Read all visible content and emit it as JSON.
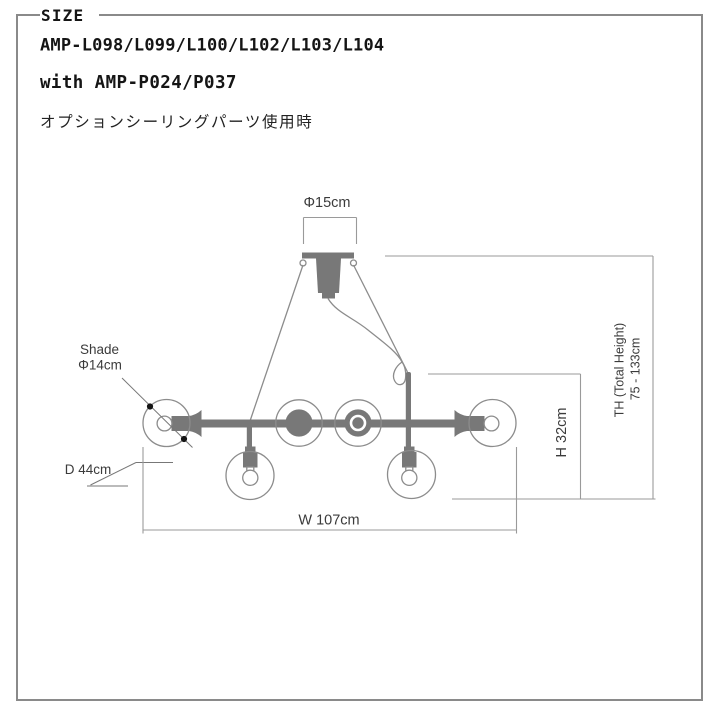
{
  "header": {
    "size_title": "SIZE",
    "model_numbers": "AMP-L098/L099/L100/L102/L103/L104",
    "compat_line": "with AMP-P024/P037",
    "note_jp": "オプションシーリングパーツ使用時"
  },
  "dimensions": {
    "canopy_diameter": "Φ15cm",
    "shade_label_line1": "Shade",
    "shade_label_line2": "Φ14cm",
    "depth": "D 44cm",
    "width": "W 107cm",
    "height": "H 32cm",
    "total_height_label": "TH (Total Height)",
    "total_height_range": "75 - 133cm"
  },
  "colors": {
    "frame": "#8a8a8a",
    "line": "#8c8c8c",
    "part": "#787878",
    "dim": "#9a9a9a",
    "label": "#3b3b3b",
    "header": "#151515",
    "dot": "#141414"
  }
}
